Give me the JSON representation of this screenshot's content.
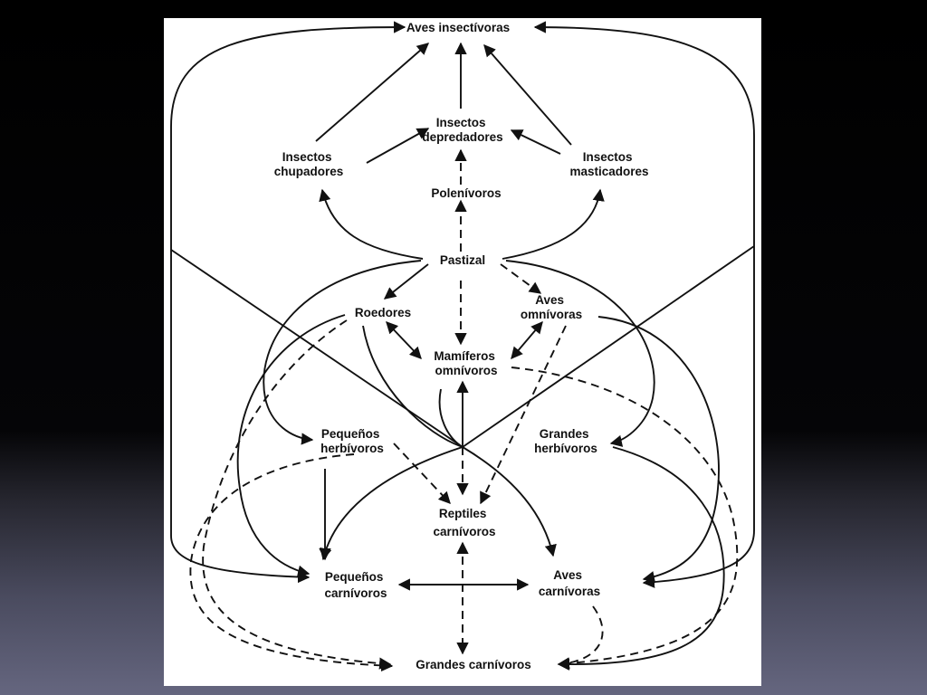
{
  "nodes": {
    "aves_insectivoras": [
      "Aves insectívoras"
    ],
    "insectos_depredadores": [
      "Insectos",
      "depredadores"
    ],
    "insectos_chupadores": [
      "Insectos",
      "chupadores"
    ],
    "insectos_masticadores": [
      "Insectos",
      "masticadores"
    ],
    "polenivoros": [
      "Polenívoros"
    ],
    "pastizal": [
      "Pastizal"
    ],
    "roedores": [
      "Roedores"
    ],
    "aves_omnivoras": [
      "Aves",
      "omnívoras"
    ],
    "mamiferos_omnivoros": [
      "Mamíferos",
      "omnívoros"
    ],
    "pequenos_herbivoros": [
      "Pequeños",
      "herbívoros"
    ],
    "grandes_herbivoros": [
      "Grandes",
      "herbívoros"
    ],
    "reptiles_carnivoros": [
      "Reptiles",
      "carnívoros"
    ],
    "pequenos_carnivoros": [
      "Pequeños",
      "carnívoros"
    ],
    "aves_carnivoras": [
      "Aves",
      "carnívoras"
    ],
    "grandes_carnivoros": [
      "Grandes carnívoros"
    ]
  },
  "colors": {
    "background_top": "#000000",
    "background_bottom": "#65667f",
    "panel": "#ffffff",
    "ink": "#111111"
  }
}
